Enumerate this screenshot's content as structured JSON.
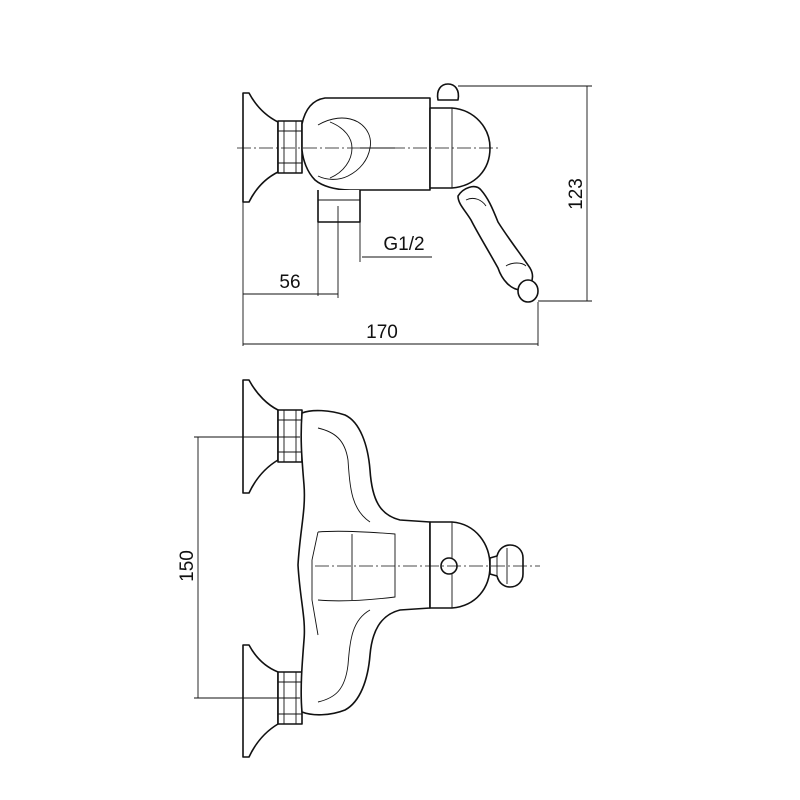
{
  "drawing": {
    "top_view": {
      "dim_height": "123",
      "dim_thread": "G1/2",
      "dim_offset": "56",
      "dim_length": "170"
    },
    "front_view": {
      "dim_centers": "150"
    },
    "colors": {
      "line": "#111111",
      "background": "#ffffff"
    }
  }
}
